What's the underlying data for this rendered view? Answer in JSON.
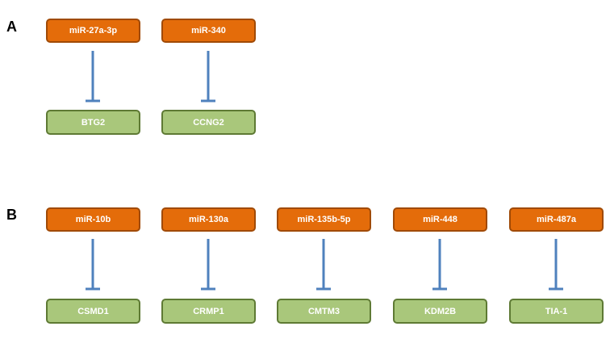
{
  "colors": {
    "mirna_fill": "#E46C0A",
    "mirna_border": "#A04A06",
    "gene_fill": "#A9C77B",
    "gene_border": "#5E7A34",
    "edge": "#4F81BD"
  },
  "panels": [
    {
      "label": "A",
      "pairs": [
        {
          "mirna": "miR-27a-3p",
          "target": "BTG2"
        },
        {
          "mirna": "miR-340",
          "target": "CCNG2"
        }
      ]
    },
    {
      "label": "B",
      "pairs": [
        {
          "mirna": "miR-10b",
          "target": "CSMD1"
        },
        {
          "mirna": "miR-130a",
          "target": "CRMP1"
        },
        {
          "mirna": "miR-135b-5p",
          "target": "CMTM3"
        },
        {
          "mirna": "miR-448",
          "target": "KDM2B"
        },
        {
          "mirna": "miR-487a",
          "target": "TIA-1"
        }
      ]
    }
  ]
}
